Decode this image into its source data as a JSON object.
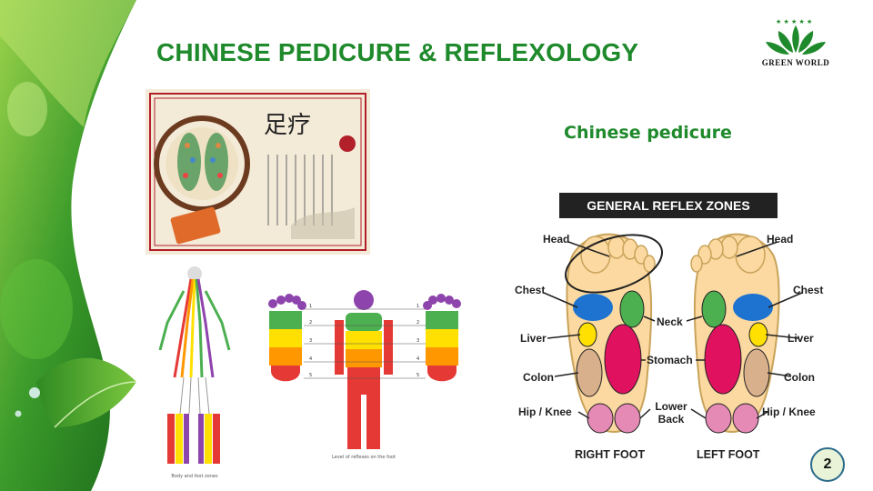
{
  "slide": {
    "title": "CHINESE PEDICURE & REFLEXOLOGY",
    "subtitle": "Chinese pedicure",
    "page_number": "2"
  },
  "logo": {
    "text": "GREEN WORLD",
    "accent": "#1f8a2c"
  },
  "poster": {
    "heading": "足疗"
  },
  "zones_chart": {
    "title": "GENERAL REFLEX ZONES",
    "left_labels": [
      "Head",
      "Chest",
      "Liver",
      "Colon",
      "Hip / Knee"
    ],
    "right_labels": [
      "Head",
      "Chest",
      "Liver",
      "Colon",
      "Hip / Knee"
    ],
    "center_labels": [
      "Neck",
      "Stomach",
      "Lower Back"
    ],
    "foot_labels": [
      "RIGHT FOOT",
      "LEFT FOOT"
    ]
  },
  "body_chart": {
    "caption": "Body and foot zones"
  },
  "levels_chart": {
    "numbers": [
      "1",
      "2",
      "3",
      "4",
      "5"
    ],
    "caption": "Level of reflexes on the foot"
  },
  "colors": {
    "title_green": "#1f8a2c",
    "purple": "#8e44ad",
    "green": "#4caf50",
    "yellow": "#ffe000",
    "orange": "#ff9800",
    "red": "#e53935"
  }
}
